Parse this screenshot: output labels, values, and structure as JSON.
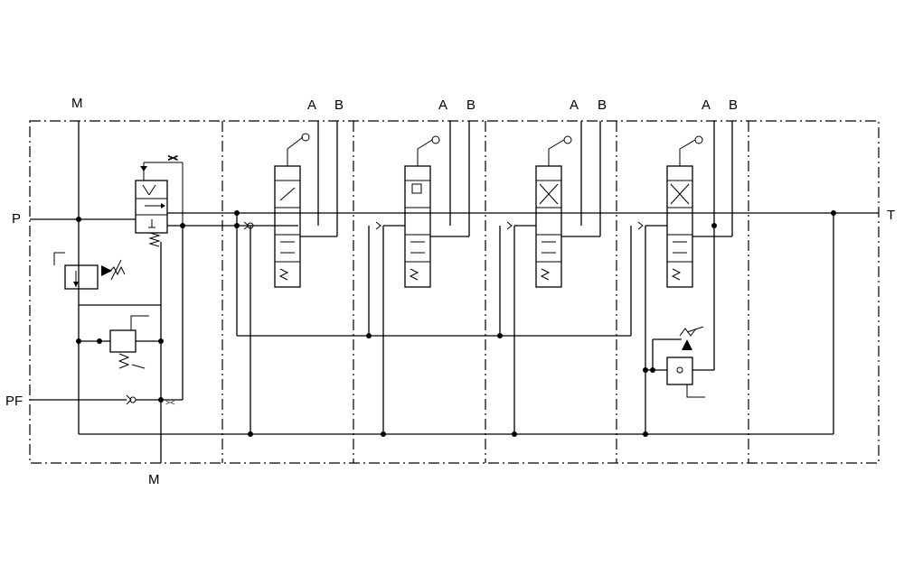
{
  "ports": {
    "m_top": "M",
    "m_bottom": "M",
    "p": "P",
    "pf": "PF",
    "t": "T"
  },
  "sections": [
    {
      "a": "A",
      "b": "B"
    },
    {
      "a": "A",
      "b": "B"
    },
    {
      "a": "A",
      "b": "B"
    },
    {
      "a": "A",
      "b": "B"
    }
  ]
}
